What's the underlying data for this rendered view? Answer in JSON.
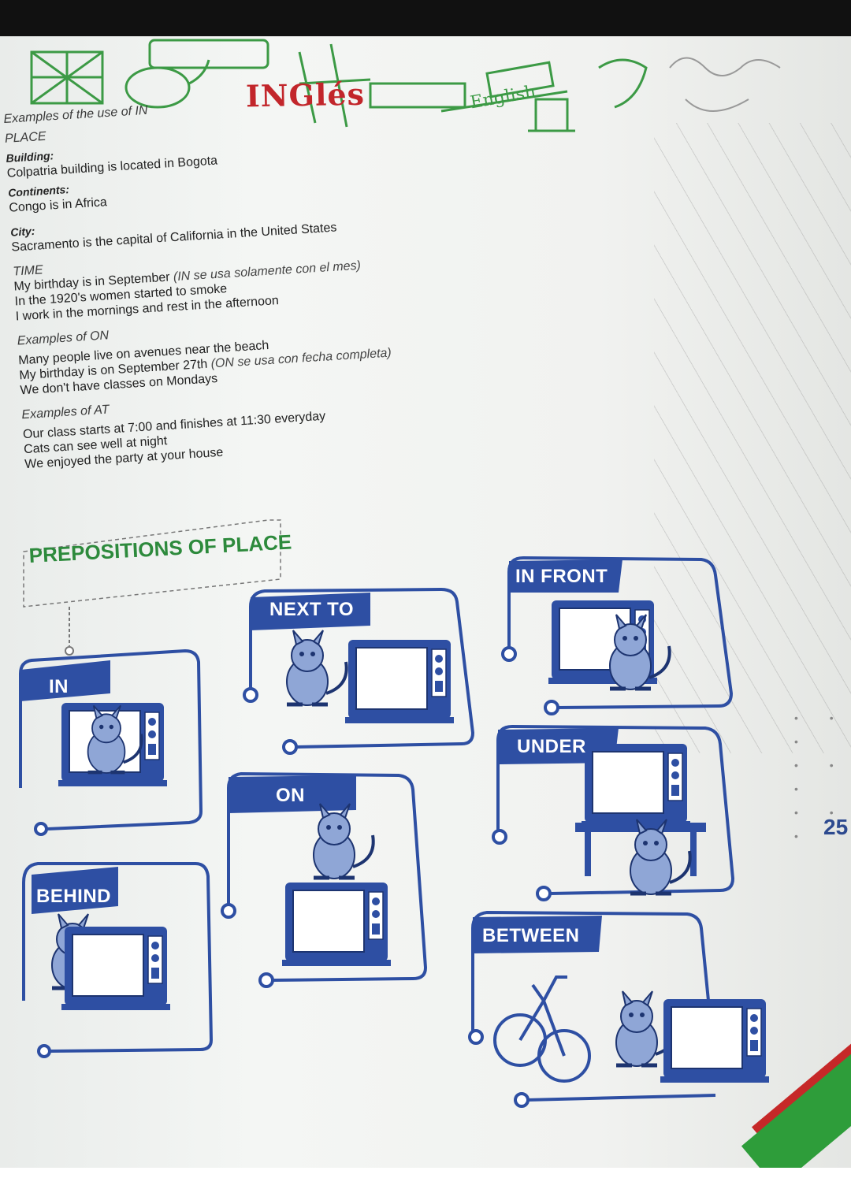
{
  "header": {
    "title": "INGlés",
    "banner_word": "English"
  },
  "sections": {
    "in": {
      "heading": "Examples of the use of IN",
      "place_label": "PLACE",
      "building_label": "Building:",
      "building_example": "Colpatria building is located in Bogota",
      "continents_label": "Continents:",
      "continents_example": "Congo is in Africa",
      "city_label": "City:",
      "city_example": "Sacramento is the capital of California in the United States",
      "time_label": "TIME",
      "time_examples": [
        "My birthday is in September",
        "In the 1920's women started to smoke",
        "I work in the mornings and rest in the afternoon"
      ],
      "time_note": "(IN se usa solamente con el mes)"
    },
    "on": {
      "heading": "Examples of ON",
      "examples": [
        "Many people live on avenues near the beach",
        "My birthday is on September 27th",
        "We don't have classes on Mondays"
      ],
      "note": "(ON se usa con fecha completa)"
    },
    "at": {
      "heading": "Examples of AT",
      "examples": [
        "Our class starts at 7:00 and finishes at 11:30 everyday",
        "Cats can see well at night",
        "We enjoyed the party at your house"
      ]
    }
  },
  "prepositions": {
    "title": "PREPOSITIONS OF PLACE",
    "labels": {
      "in": "IN",
      "next_to": "NEXT TO",
      "in_front": "IN FRONT",
      "under": "UNDER",
      "on": "ON",
      "behind": "BEHIND",
      "between": "BETWEEN"
    }
  },
  "page_number": "25",
  "colors": {
    "blue": "#2e4fa3",
    "red": "#c2262b",
    "green": "#2e9d3a"
  }
}
